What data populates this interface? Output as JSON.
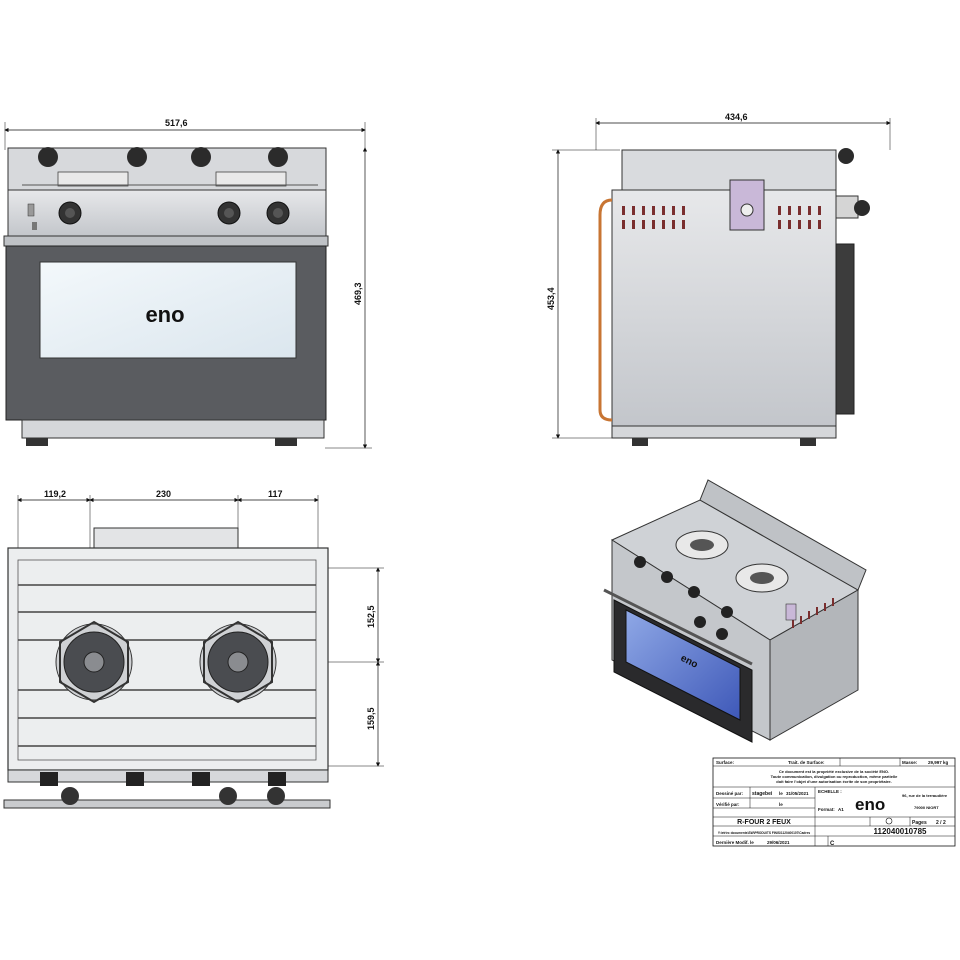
{
  "dimensions": {
    "front_width": "517,6",
    "front_height": "469,3",
    "side_width": "434,6",
    "side_height": "453,4",
    "top_left": "119,2",
    "top_mid": "230",
    "top_right": "117",
    "top_upper": "152,5",
    "top_lower": "159,5"
  },
  "brand": {
    "logo": "eno"
  },
  "title_block": {
    "surface_label": "Surface:",
    "treatment_label": "Trait. de Surface:",
    "mass_label": "Masse:",
    "mass_value": "29,997 kg",
    "notice_1": "Ce document est la propriété exclusive de la société ENO.",
    "notice_2": "Toute communication, divulgation ou reproduction, même partielle",
    "notice_3": "doit faire l'objet d'une autorisation écrite de son propriétaire.",
    "drawn_by_label": "Dessiné par:",
    "drawn_by": "stagebei",
    "drawn_date_label": "le",
    "drawn_date": "31/05/2021",
    "checked_by_label": "Vérifié par:",
    "checked_date_label": "le",
    "scale_label": "ECHELLE :",
    "format_label": "Format:",
    "format_value": "A1",
    "address_1": "96, rue de la terraudière",
    "address_2": "79000 NIORT",
    "product": "R-FOUR 2 FEUX",
    "pages_label": "Pages",
    "pages_value": "2 / 2",
    "file_path": "Y:\\etr\\rc documents\\SW\\PRODUITS FINIS\\1120400107\\Cadres",
    "last_modified_label": "Dernière Modif. le",
    "last_modified": "29/06/2021",
    "revision": "C",
    "part_number": "112040010785"
  }
}
